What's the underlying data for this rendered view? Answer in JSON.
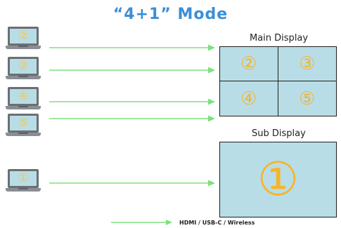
{
  "title": "“4+1”  Mode",
  "main_display": {
    "label": "Main Display",
    "quadrants": [
      "②",
      "③",
      "④",
      "⑤"
    ]
  },
  "sub_display": {
    "label": "Sub Display",
    "number": "①"
  },
  "laptops": [
    "②",
    "③",
    "④",
    "⑤",
    "①"
  ],
  "legend": {
    "label": "HDMI / USB-C / Wireless"
  },
  "colors": {
    "title": "#3a8fd6",
    "arrow": "#7ee07e",
    "screen": "#b9dde6",
    "number": "#f5b52a"
  }
}
